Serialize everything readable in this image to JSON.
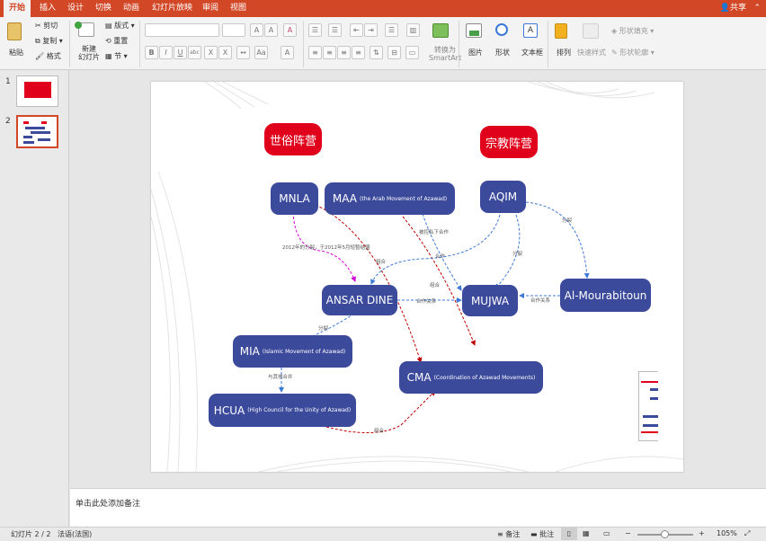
{
  "menu": {
    "tabs": [
      "开始",
      "插入",
      "设计",
      "切换",
      "动画",
      "幻灯片放映",
      "审阅",
      "视图"
    ],
    "share": "共享"
  },
  "ribbon": {
    "paste": "粘贴",
    "cut": "剪切",
    "copy": "复制",
    "format": "格式",
    "new_slide": "新建\n幻灯片",
    "layout": "版式",
    "reset": "重置",
    "section": "节",
    "convert_smartart": "转换为\nSmartArt",
    "picture": "图片",
    "shape": "形状",
    "textbox": "文本框",
    "arrange": "排列",
    "quick_styles": "快速样式",
    "shape_fill": "形状填充",
    "shape_outline": "形状轮廓"
  },
  "sidebar": {
    "slides": [
      {
        "number": "1"
      },
      {
        "number": "2"
      }
    ]
  },
  "slide": {
    "camps": {
      "secular": "世俗阵营",
      "religious": "宗教阵营"
    },
    "nodes": {
      "mnla": {
        "main": "MNLA",
        "sub": ""
      },
      "maa": {
        "main": "MAA",
        "sub": "(the Arab Movement of Azawad)"
      },
      "aqim": {
        "main": "AQIM",
        "sub": ""
      },
      "ansar": {
        "main": "ANSAR DINE",
        "sub": ""
      },
      "mujwa": {
        "main": "MUJWA",
        "sub": ""
      },
      "almour": {
        "main": "Al-Mourabitoun",
        "sub": ""
      },
      "mia": {
        "main": "MIA",
        "sub": "(Islamic Movement of Azawad)"
      },
      "cma": {
        "main": "CMA",
        "sub": "(Coordination of Azawad Movements)"
      },
      "hcua": {
        "main": "HCUA",
        "sub": "(High Council for the Unity of Azawad)"
      }
    },
    "edge_labels": {
      "split_2012": "2012年的分裂，于2012年5月短暂结盟",
      "merge1": "组合",
      "merge2": "组合",
      "merge3": "组合",
      "secret_coop": "被控私下合作",
      "coop1": "合作",
      "coop_relation1": "合作关系",
      "coop_relation2": "合作关系",
      "split1": "分裂",
      "split2": "分裂",
      "split3": "分裂",
      "merge_other": "与其他合并"
    }
  },
  "notes": {
    "placeholder": "单击此处添加备注"
  },
  "status": {
    "slide_counter": "幻灯片 2 / 2",
    "language": "法语(法国)",
    "notes_btn": "备注",
    "comments_btn": "批注",
    "zoom": "105%"
  }
}
